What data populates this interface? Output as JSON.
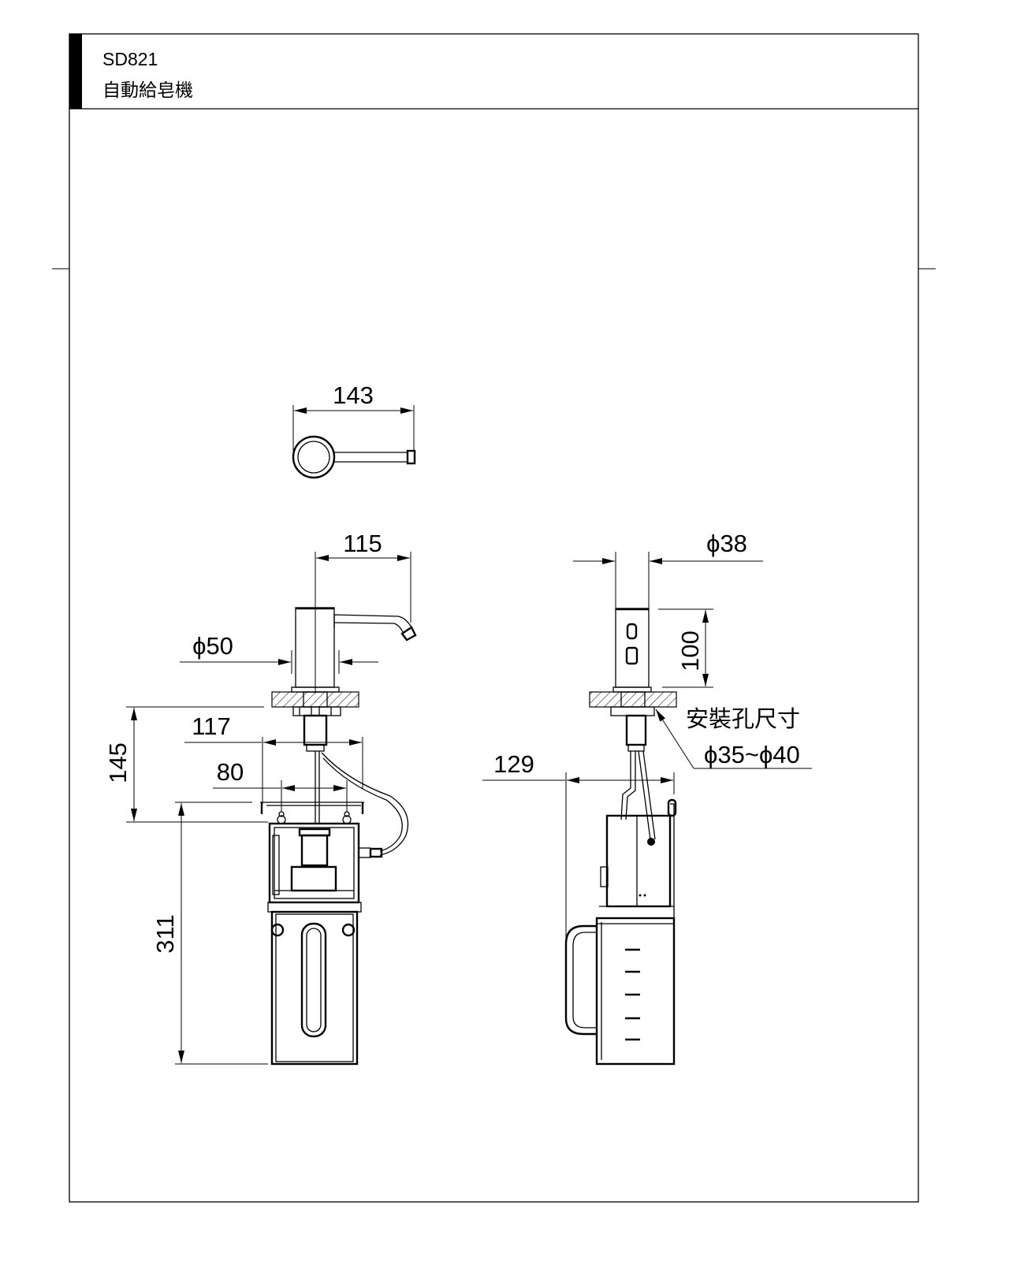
{
  "header": {
    "model": "SD821",
    "product_name": "自動給皂機"
  },
  "top_view": {
    "width_dim": "143"
  },
  "front_view": {
    "spout_reach_dim": "115",
    "column_diameter_dim": "ϕ50",
    "under_counter_depth_dim": "145",
    "bracket_width_dim": "117",
    "hole_spacing_dim": "80",
    "tank_height_dim": "311"
  },
  "side_view": {
    "column_diameter_dim": "ϕ38",
    "sensor_height_dim": "100",
    "mounting_hole_label": "安裝孔尺寸",
    "mounting_hole_range": "ϕ35~ϕ40",
    "tank_depth_dim": "129"
  }
}
